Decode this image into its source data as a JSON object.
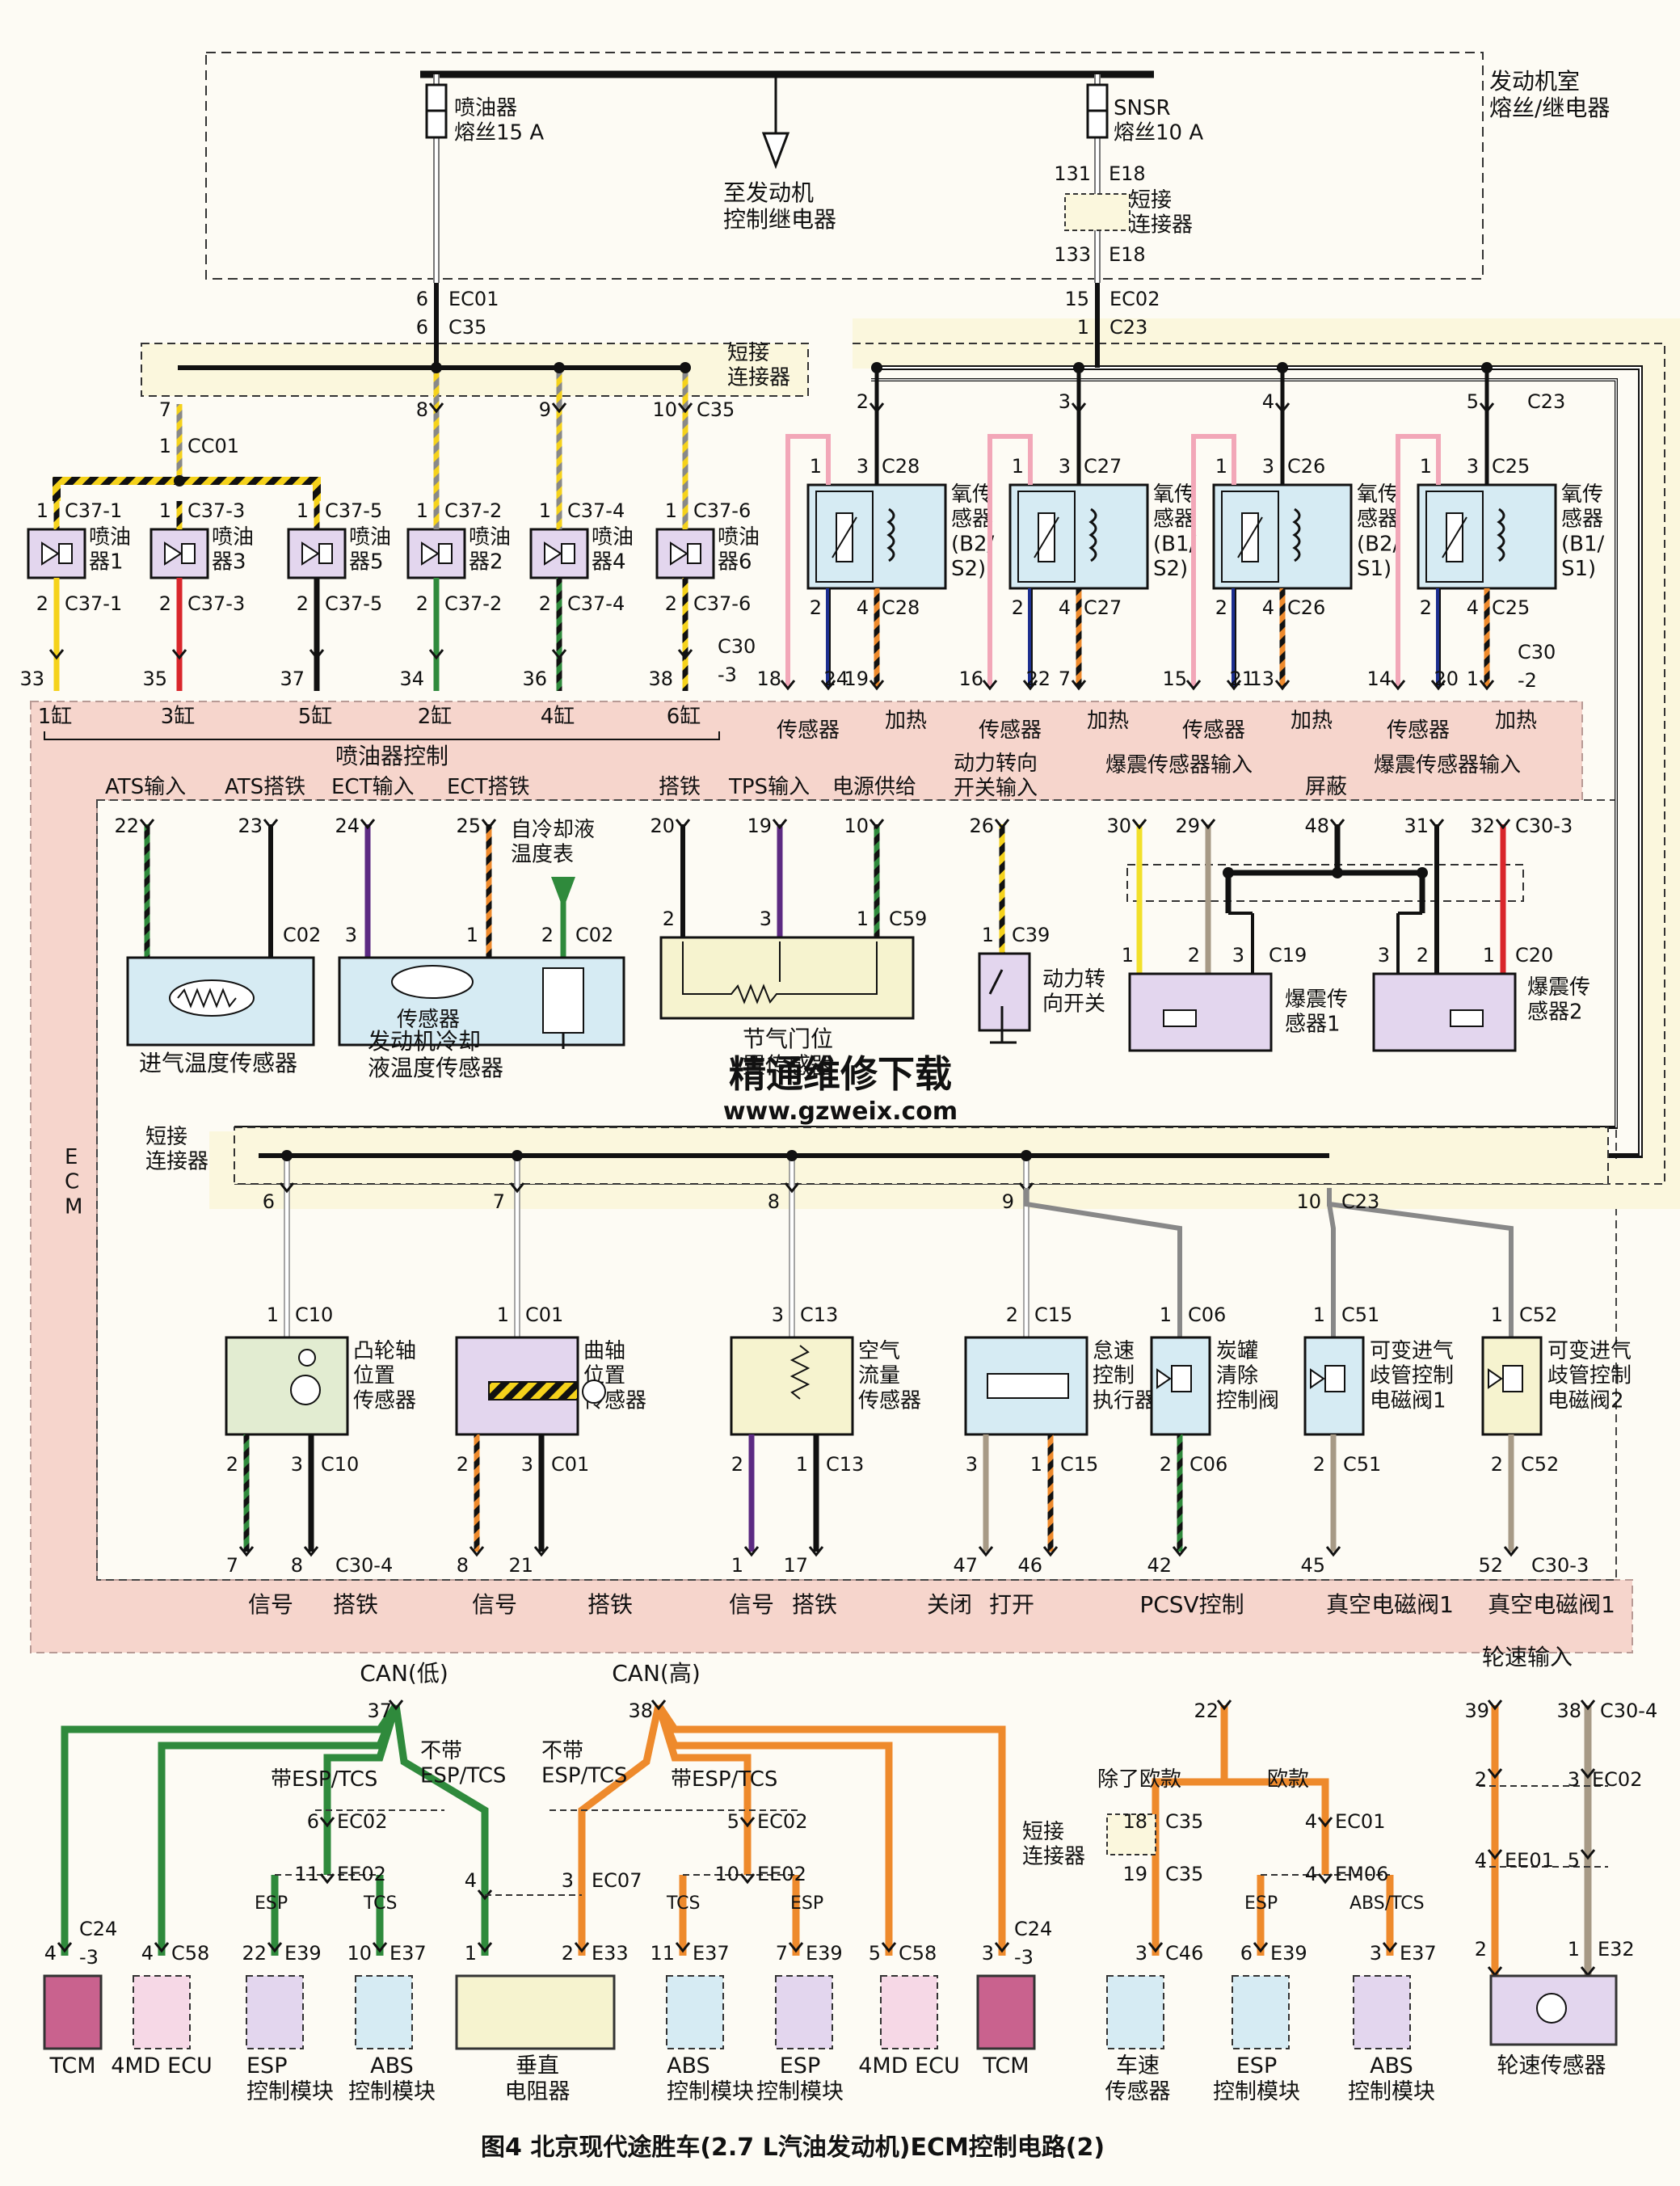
{
  "caption": "图4  北京现代途胜车(2.7 L汽油发动机)ECM控制电路(2)",
  "watermark": {
    "cn": "精通维修下载",
    "url": "www.gzweix.com"
  },
  "colors": {
    "ecm_fill": "#f6d5cc",
    "connector_fill": "#fbf7dd",
    "sensor_blue": "#d6ebf3",
    "sensor_purple": "#e3d6ee",
    "sensor_yellow": "#f6f3cf",
    "tcm_fill": "#c9628e",
    "can_low": "#2f8a3c",
    "can_high": "#ee8a2c",
    "harness": "#1a1a1a"
  },
  "engine_room": {
    "label": "发动机室\n熔丝/继电器",
    "fuse_left": {
      "name": "喷油器\n熔丝15 A"
    },
    "fuse_right": {
      "name": "SNSR\n熔丝10 A"
    },
    "relay_label": "至发动机\n控制继电器",
    "short_conn": "短接\n连接器",
    "pins_right": [
      "131",
      "E18",
      "133",
      "E18"
    ]
  },
  "conn_labels": {
    "ec01": "6",
    "ec01_name": "EC01",
    "c35": "6",
    "c35_name": "C35",
    "ec02": "15",
    "ec02_name": "EC02",
    "c23": "1",
    "c23_name": "C23",
    "short_conn_top": "短接\n连接器",
    "short_conn_mid": "短接\n连接器"
  },
  "injectors": [
    {
      "label": "喷油\n器1",
      "conn": "C37-1",
      "cyl": "1缸",
      "ecm_pin": "33"
    },
    {
      "label": "喷油\n器3",
      "conn": "C37-3",
      "cyl": "3缸",
      "ecm_pin": "35"
    },
    {
      "label": "喷油\n器5",
      "conn": "C37-5",
      "cyl": "5缸",
      "ecm_pin": "37"
    },
    {
      "label": "喷油\n器2",
      "conn": "C37-2",
      "cyl": "2缸",
      "ecm_pin": "34"
    },
    {
      "label": "喷油\n器4",
      "conn": "C37-4",
      "cyl": "4缸",
      "ecm_pin": "36"
    },
    {
      "label": "喷油\n器6",
      "conn": "C37-6",
      "cyl": "6缸",
      "ecm_pin": "38"
    }
  ],
  "injector_ctrl": "喷油器控制",
  "o2_sensors": [
    {
      "label": "氧传\n感器\n(B2/\nS2)",
      "conn": "C28",
      "pins": [
        "18",
        "24",
        "19"
      ]
    },
    {
      "label": "氧传\n感器\n(B1/\nS2)",
      "conn": "C27",
      "pins": [
        "16",
        "22",
        "7"
      ]
    },
    {
      "label": "氧传\n感器\n(B2/\nS1)",
      "conn": "C26",
      "pins": [
        "15",
        "21",
        "13"
      ]
    },
    {
      "label": "氧传\n感器\n(B1/\nS1)",
      "conn": "C25",
      "pins": [
        "14",
        "20",
        "1"
      ]
    }
  ],
  "o2_words": {
    "sensor": "传感器",
    "heat": "加热"
  },
  "mid_labels": {
    "ats_in": "ATS输入",
    "ats_gnd": "ATS搭铁",
    "ect_in": "ECT输入",
    "ect_gnd": "ECT搭铁",
    "gnd": "搭铁",
    "tps_in": "TPS输入",
    "pwr": "电源供给",
    "ps_in": "动力转向\n开关输入",
    "knock_in": "爆震传感器输入",
    "shield": "屏蔽",
    "ecm": "E\nC\nM"
  },
  "sensors_mid": {
    "iat": "进气温度传感器",
    "ect": "发动机冷却\n液温度传感器",
    "ect_inner": "传感器",
    "gauge": "自冷却液\n温度表",
    "tps": "节气门位\n置传感器",
    "ps": "动力转\n向开关",
    "knock1": "爆震传\n感器1",
    "knock2": "爆震传\n感器2"
  },
  "actuators": [
    {
      "label": "凸轮轴\n位置\n传感器",
      "conn": "C10",
      "top_pin": "6"
    },
    {
      "label": "曲轴\n位置\n传感器",
      "conn": "C01",
      "top_pin": "7"
    },
    {
      "label": "空气\n流量\n传感器",
      "conn": "C13",
      "top_pin": "8"
    },
    {
      "label": "怠速\n控制\n执行器",
      "conn": "C15",
      "top_pin": "9"
    },
    {
      "label": "炭罐\n清除\n控制阀",
      "conn": "C06",
      "top_pin": ""
    },
    {
      "label": "可变进气\n歧管控制\n电磁阀1",
      "conn": "C51",
      "top_pin": "10"
    },
    {
      "label": "可变进气\n歧管控制\n电磁阀2",
      "conn": "C52",
      "top_pin": ""
    }
  ],
  "bottom_ecm": {
    "signal": "信号",
    "gnd": "搭铁",
    "close": "关闭",
    "open": "打开",
    "pcsv": "PCSV控制",
    "vac1": "真空电磁阀1",
    "vac2": "真空电磁阀1",
    "wheel_in": "轮速输入",
    "can_low": "CAN(低)",
    "can_high": "CAN(高)"
  },
  "can_labels": {
    "with_esp": "带ESP/TCS",
    "no_esp": "不带\nESP/TCS",
    "esp": "ESP",
    "tcs": "TCS",
    "except_eu": "除了欧款",
    "eu": "欧款",
    "abs_tcs": "ABS/TCS"
  },
  "modules": [
    {
      "name": "TCM"
    },
    {
      "name": "4MD ECU"
    },
    {
      "name": "ESP\n控制模块"
    },
    {
      "name": "ABS\n控制模块"
    },
    {
      "name": "垂直\n电阻器"
    },
    {
      "name": "ABS\n控制模块"
    },
    {
      "name": "ESP\n控制模块"
    },
    {
      "name": "4MD ECU"
    },
    {
      "name": "TCM"
    },
    {
      "name": "车速\n传感器"
    },
    {
      "name": "ESP\n控制模块"
    },
    {
      "name": "ABS\n控制模块"
    },
    {
      "name": "轮速传感器"
    }
  ]
}
